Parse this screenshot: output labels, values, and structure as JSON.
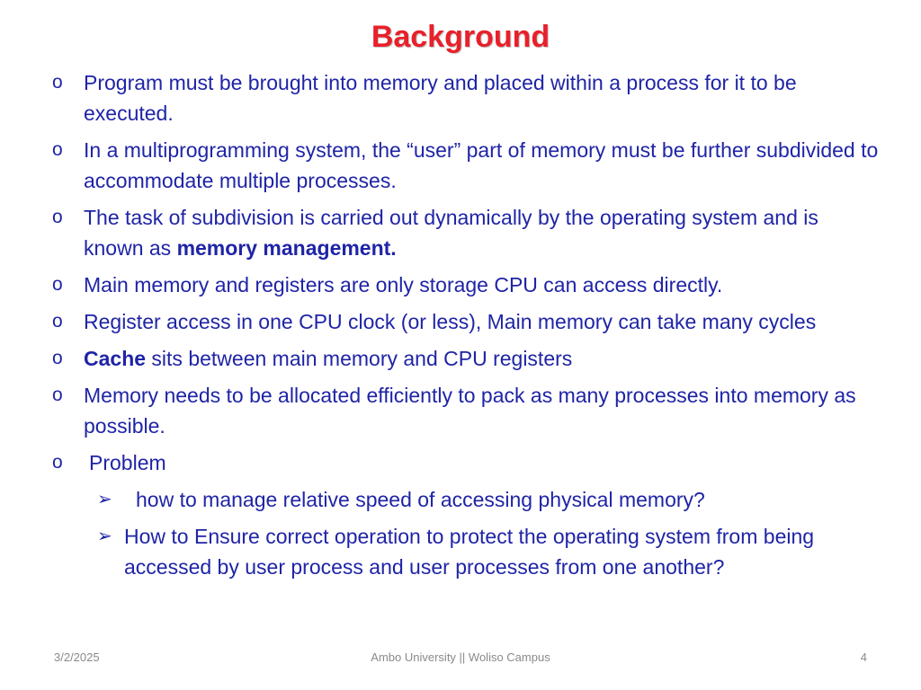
{
  "slide": {
    "title": "Background",
    "colors": {
      "title": "#e8202a",
      "body": "#1f24a6",
      "footer": "#8a8a8a"
    },
    "bullet_marker": "o",
    "sub_bullet_marker": "➢",
    "bullets": [
      {
        "text": "Program must be brought into memory and placed within a process for it to be executed."
      },
      {
        "text": "In a multiprogramming system, the “user” part of memory must be further subdivided to accommodate multiple processes."
      },
      {
        "text_before": "The task of subdivision is carried out dynamically by the operating system and is known as ",
        "bold": "memory management."
      },
      {
        "text": "Main memory and registers are only storage CPU can access directly."
      },
      {
        "text": "Register access in one CPU clock (or less), Main memory can take many cycles"
      },
      {
        "bold": "Cache",
        "text_after": " sits between main memory and CPU registers"
      },
      {
        "text": "Memory needs to be allocated efficiently to pack as many processes into memory as possible."
      },
      {
        "text": "Problem"
      }
    ],
    "sub_bullets": [
      {
        "text": "how to manage relative speed of accessing physical memory?"
      },
      {
        "text": "How to Ensure correct operation to protect the operating system from being accessed by user process and user processes from one another?"
      }
    ]
  },
  "footer": {
    "date": "3/2/2025",
    "center": "Ambo University || Woliso Campus",
    "page_number": "4"
  }
}
